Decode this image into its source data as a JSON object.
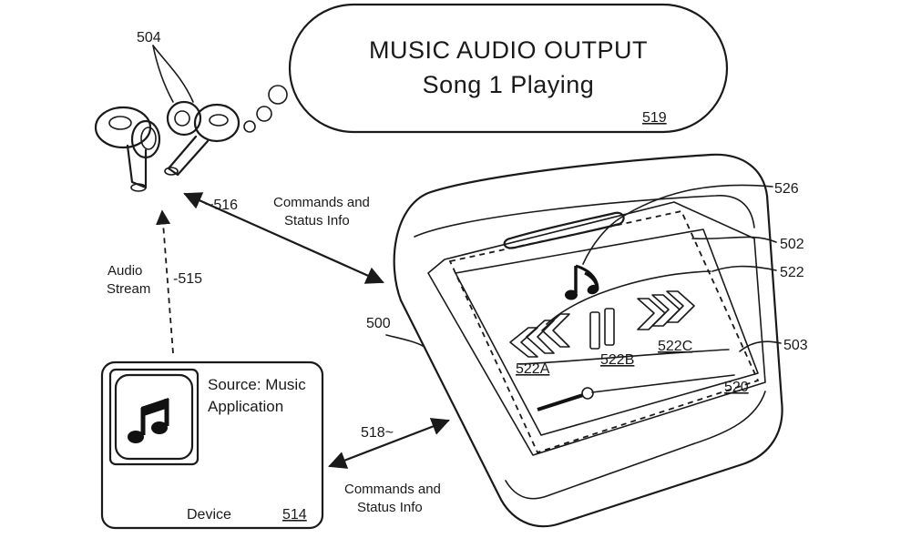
{
  "bubble": {
    "line1": "MUSIC AUDIO OUTPUT",
    "line2": "Song 1 Playing",
    "ref": "519"
  },
  "earbuds": {
    "ref": "504"
  },
  "case": {
    "ref": "500",
    "ref_lid": "502",
    "ref_screen": "503",
    "ref_display": "520",
    "ref_slot": "526",
    "ref_controls": "522"
  },
  "controls": {
    "prev": "522A",
    "pause": "522B",
    "next": "522C"
  },
  "link_top": {
    "ref": "516",
    "label_line1": "Commands and",
    "label_line2": "Status Info"
  },
  "link_audio": {
    "ref": "515",
    "label_line1": "Audio",
    "label_line2": "Stream"
  },
  "link_bottom": {
    "ref": "518",
    "label_line1": "Commands and",
    "label_line2": "Status Info"
  },
  "device": {
    "source_line1": "Source: Music",
    "source_line2": "Application",
    "name": "Device",
    "ref": "514",
    "icon": "music-note-icon"
  }
}
